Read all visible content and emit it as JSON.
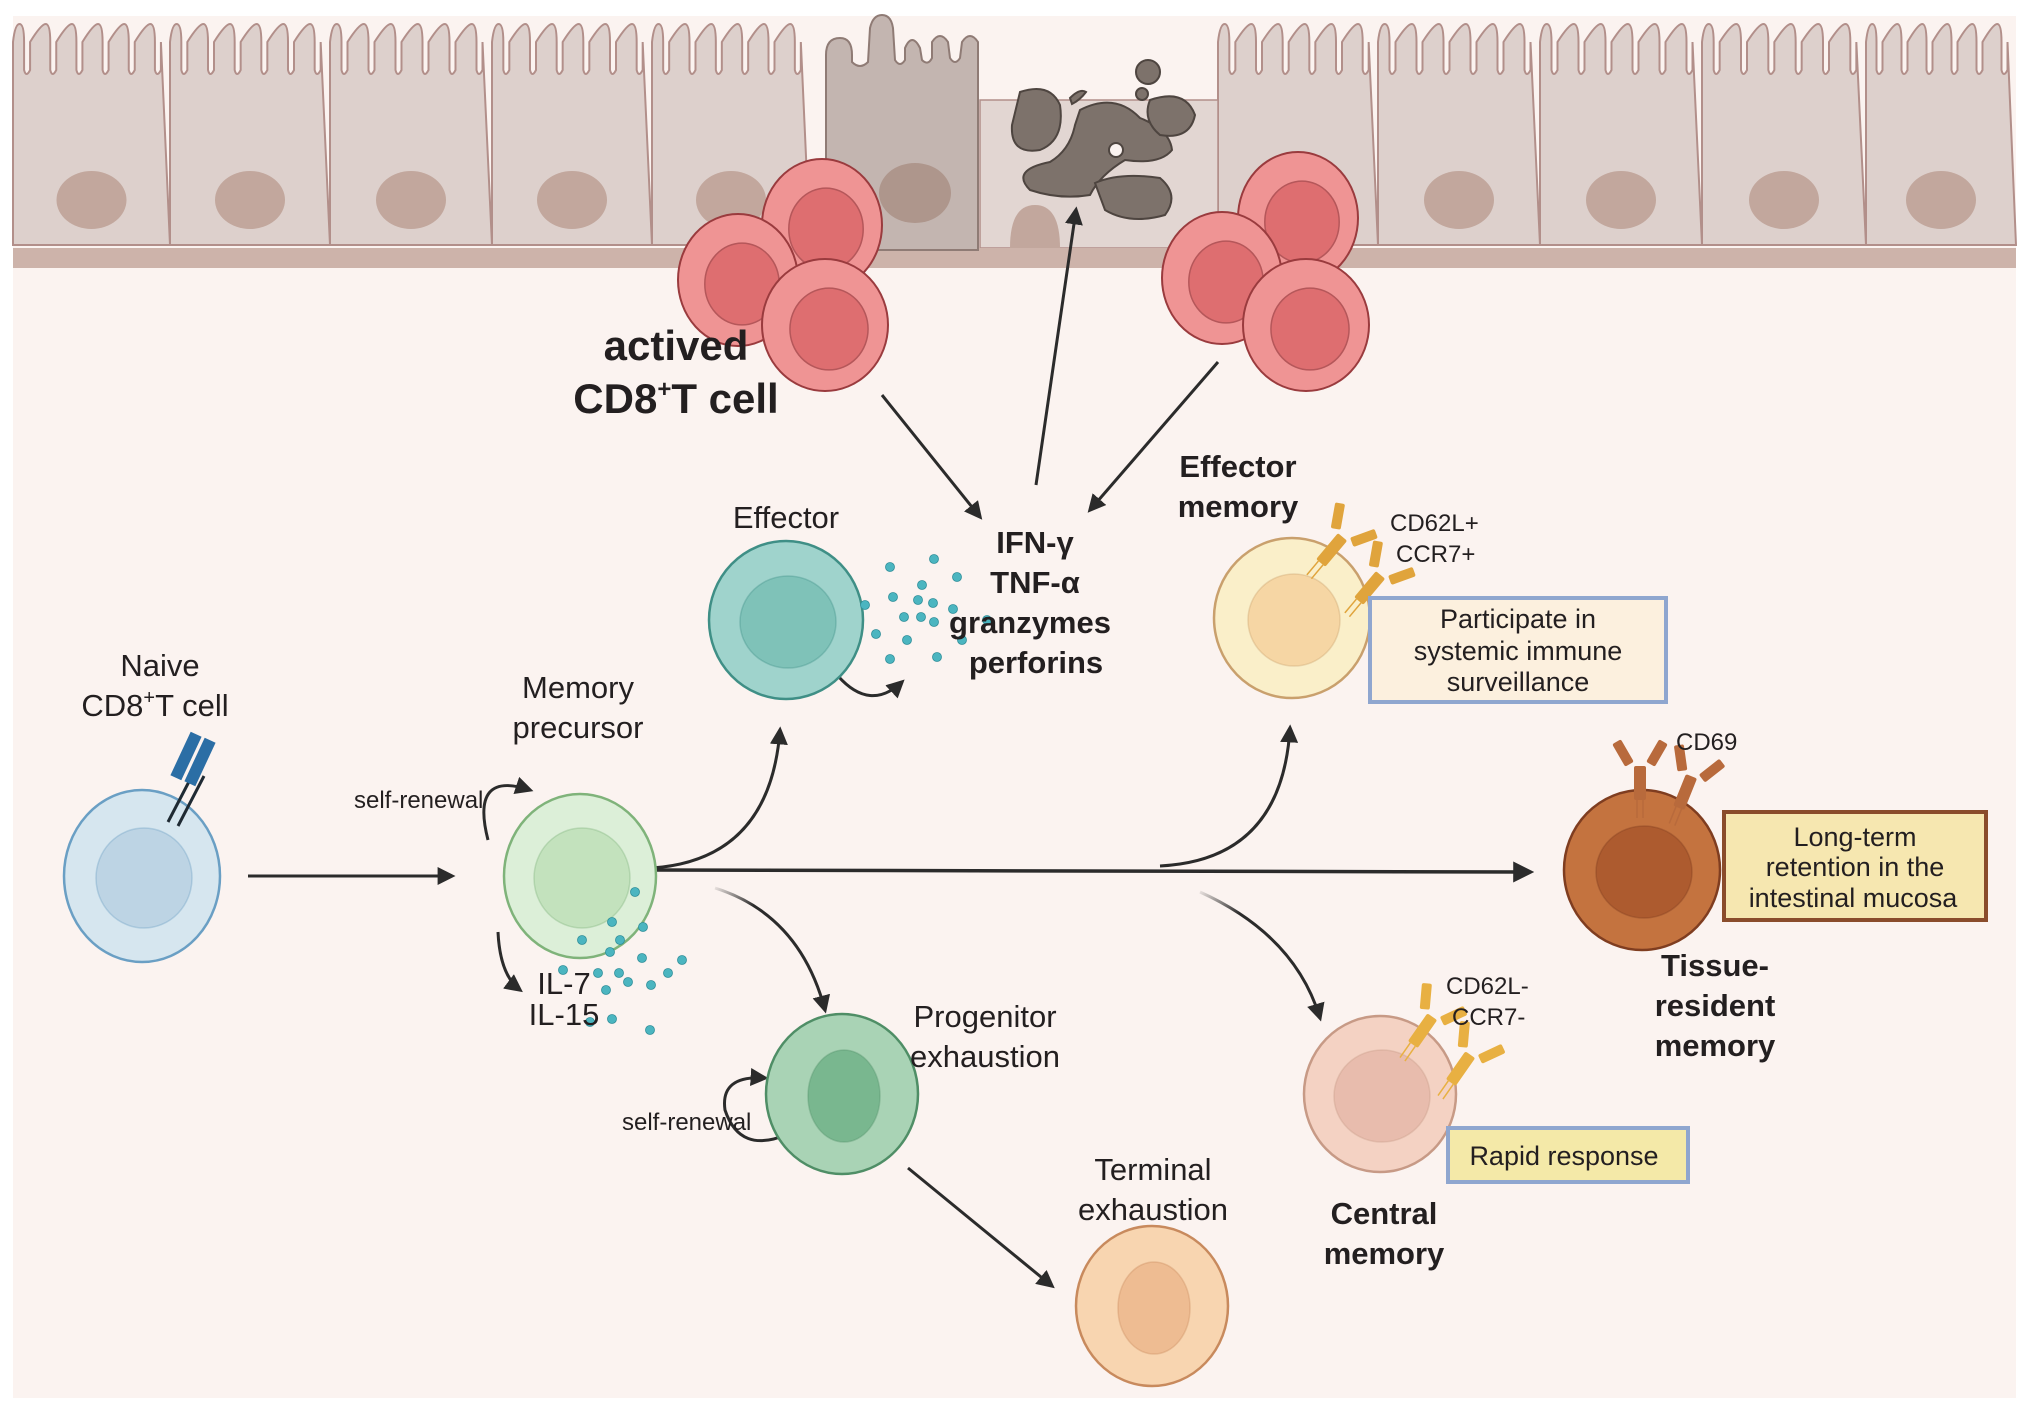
{
  "figure": {
    "title": "CD8+ T cell differentiation in the intestinal mucosa",
    "colors": {
      "background": "#fbf3f0",
      "epithelium": "#ddd0cc",
      "epithelium_outline": "#b28f8a",
      "basement": "#cdb3aa",
      "nucleus": "#c2a79d",
      "goblet": "#c3b5b0",
      "apoptotic": "#7d726b",
      "activated_cell": "#ef9494",
      "activated_nucleus": "#de6e70",
      "arrow": "#2b2b2b",
      "cytokine_dot": "#4bb5c0"
    }
  },
  "cells": {
    "activated": {
      "label_line1": "actived",
      "label_line2_prefix": "CD8",
      "label_line2_sup": "+",
      "label_line2_suffix": "T cell"
    },
    "naive": {
      "label_line1": "Naive",
      "label_line2_prefix": "CD8",
      "label_line2_sup": "+",
      "label_line2_suffix": "T cell",
      "fill": "#d6e6ef",
      "nucleus": "#bdd4e4",
      "stroke": "#6a9fc4"
    },
    "memory_precursor": {
      "label_line1": "Memory",
      "label_line2": "precursor",
      "self_renewal": "self-renewal",
      "cytokines_line1": "IL-7",
      "cytokines_line2": "IL-15",
      "fill": "#dcefd8",
      "nucleus": "#c3e2bd",
      "stroke": "#7fb37a"
    },
    "effector": {
      "label": "Effector",
      "fill": "#9fd3cc",
      "nucleus": "#7fc2b8",
      "stroke": "#3f8f86"
    },
    "effector_products": {
      "line1": "IFN-γ",
      "line2": "TNF-α",
      "line3": "granzymes",
      "line4": "perforins"
    },
    "effector_memory": {
      "label_line1": "Effector",
      "label_line2": "memory",
      "marker_line1": "CD62L+",
      "marker_line2": "CCR7+",
      "note_line1": "Participate in",
      "note_line2": "systemic immune",
      "note_line3": "surveillance",
      "fill": "#faefc9",
      "nucleus": "#f6d6a4",
      "stroke": "#c9a06d"
    },
    "tissue_resident": {
      "label_line1": "Tissue-",
      "label_line2": "resident",
      "label_line3": "memory",
      "marker": "CD69",
      "note_line1": "Long-term",
      "note_line2": "retention in the",
      "note_line3": "intestinal mucosa",
      "fill": "#c4733f",
      "nucleus": "#ad5b2f",
      "stroke": "#7f3d20"
    },
    "central_memory": {
      "label_line1": "Central",
      "label_line2": "memory",
      "marker_line1": "CD62L-",
      "marker_line2": "CCR7-",
      "note": "Rapid response",
      "fill": "#f4d2c3",
      "nucleus": "#e8bcad",
      "stroke": "#c79a86"
    },
    "progenitor_exhaustion": {
      "label_line1": "Progenitor",
      "label_line2": "exhaustion",
      "self_renewal": "self-renewal",
      "fill": "#a9d3b5",
      "nucleus": "#79b78f",
      "stroke": "#4f8e66"
    },
    "terminal_exhaustion": {
      "label_line1": "Terminal",
      "label_line2": "exhaustion",
      "fill": "#f8d5b0",
      "nucleus": "#eebc92",
      "stroke": "#c88a5d"
    }
  },
  "notes_style": {
    "effector_memory_box": {
      "fill": "#fcf0de",
      "border": "#8fa6cf"
    },
    "tissue_resident_box": {
      "fill": "#f6e7b0",
      "border": "#8a4c2b"
    },
    "central_memory_box": {
      "fill": "#f4e9a8",
      "border": "#8fa6cf"
    }
  }
}
